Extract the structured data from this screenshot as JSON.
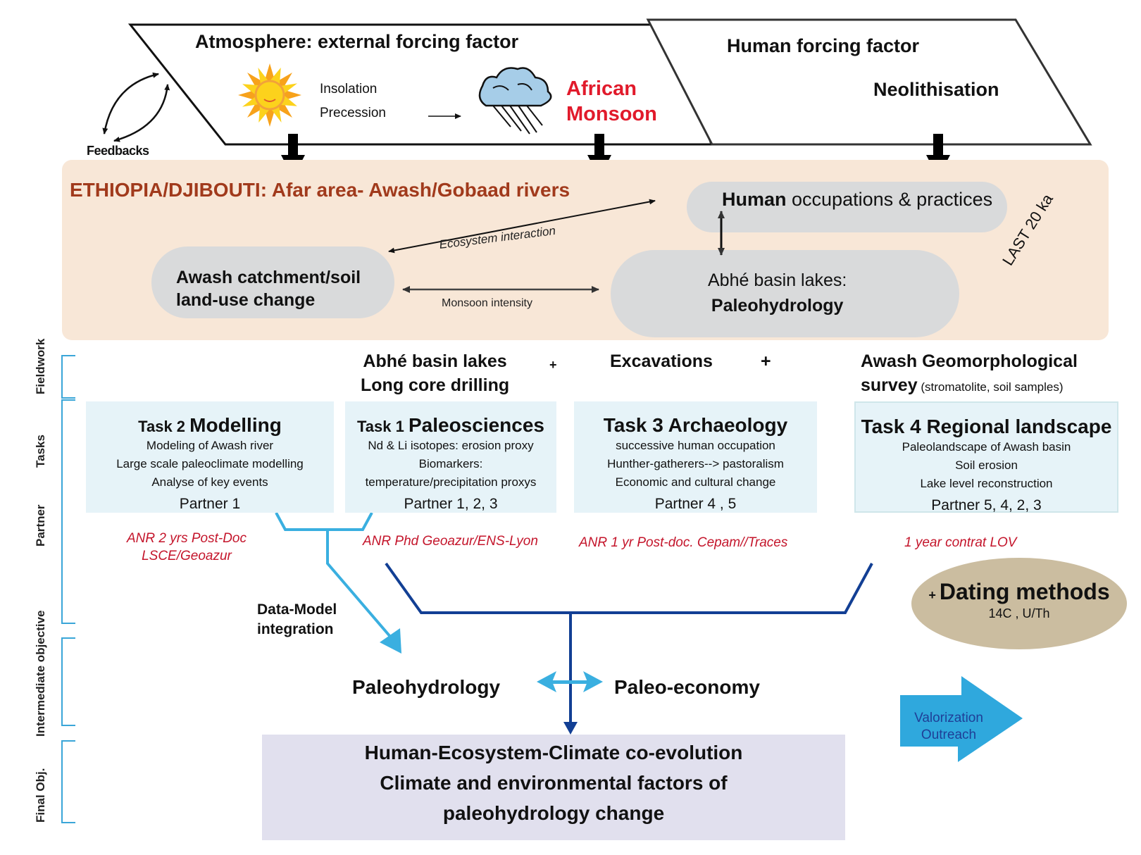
{
  "forcing": {
    "atmosphere": {
      "title": "Atmosphere: external forcing factor",
      "insolation": "Insolation",
      "precession": "Precession",
      "monsoon_line1": "African",
      "monsoon_line2": "Monsoon",
      "sun_icon": "sun-icon",
      "cloud_icon": "rain-cloud-icon"
    },
    "human": {
      "title": "Human forcing factor",
      "subtitle": "Neolithisation"
    },
    "feedbacks": "Feedbacks"
  },
  "region": {
    "title": "ETHIOPIA/DJIBOUTI: Afar area- Awash/Gobaad rivers",
    "human_bold": "Human",
    "human_rest": " occupations & practices",
    "awash_line1": "Awash catchment/soil",
    "awash_line2": "land-use change",
    "abhe_line1": "Abhé basin lakes:",
    "abhe_line2": "Paleohydrology",
    "ecosystem_label": "Ecosystem interaction",
    "monsoon_intensity_label": "Monsoon intensity",
    "time_span": "LAST 20 ka"
  },
  "side_labels": {
    "fieldwork": "Fieldwork",
    "tasks": "Tasks",
    "partner": "Partner",
    "intermediate": "Intermediate objective",
    "final": "Final Obj."
  },
  "fieldwork": {
    "abhe_line1": "Abhé basin lakes",
    "abhe_line2": "Long core drilling",
    "plus": "+",
    "excavations": "Excavations",
    "awash_line1": "Awash Geomorphological",
    "awash_line2_bold": "survey",
    "awash_line2_small": " (stromatolite, soil samples)"
  },
  "tasks": [
    {
      "id": "task2",
      "prefix": "Task 2 ",
      "name": "Modelling",
      "lines": [
        "Modeling of Awash river",
        "Large scale paleoclimate modelling",
        "Analyse of key events"
      ],
      "partners": "Partner 1",
      "funding": [
        "ANR 2 yrs  Post-Doc",
        "LSCE/Geoazur"
      ]
    },
    {
      "id": "task1",
      "prefix": "Task 1 ",
      "name": "Paleosciences",
      "lines": [
        "Nd & Li isotopes: erosion proxy",
        "Biomarkers:",
        "temperature/precipitation proxys"
      ],
      "partners": "Partner 1, 2, 3",
      "funding": [
        "ANR Phd Geoazur/ENS-Lyon"
      ]
    },
    {
      "id": "task3",
      "prefix": "Task 3 ",
      "name": "Archaeology",
      "lines": [
        "successive human occupation",
        "Hunther-gatherers--> pastoralism",
        "Economic and cultural change"
      ],
      "partners": "Partner 4 , 5",
      "funding": [
        "ANR 1 yr Post-doc. Cepam//Traces"
      ]
    },
    {
      "id": "task4",
      "prefix": "Task 4 ",
      "name": "Regional landscape",
      "lines": [
        "Paleolandscape of  Awash basin",
        "Soil erosion",
        "Lake level reconstruction"
      ],
      "partners": "Partner 5, 4,  2, 3",
      "funding": [
        "1 year contrat LOV"
      ]
    }
  ],
  "data_model_line1": "Data-Model",
  "data_model_line2": "integration",
  "dating": {
    "plus": "+ ",
    "title": "Dating methods",
    "subtitle": "14C , U/Th"
  },
  "intermediate": {
    "left": "Paleohydrology",
    "right": "Paleo-economy"
  },
  "final": {
    "line1": "Human-Ecosystem-Climate co-evolution",
    "line2": "Climate and environmental factors of",
    "line3": "paleohydrology change"
  },
  "valorization": {
    "line1": "Valorization",
    "line2": "Outreach"
  },
  "colors": {
    "region_bg": "#f8e7d7",
    "region_title": "#a13a1c",
    "monsoon": "#e11a2b",
    "task_bg": "#e6f3f8",
    "funding": "#c4152b",
    "light_blue_line": "#3aafe0",
    "dark_blue_line": "#123f94",
    "dating_bg": "#cbbda0",
    "final_bg": "#e1e0ee",
    "valor_arrow": "#2fa8dd"
  }
}
